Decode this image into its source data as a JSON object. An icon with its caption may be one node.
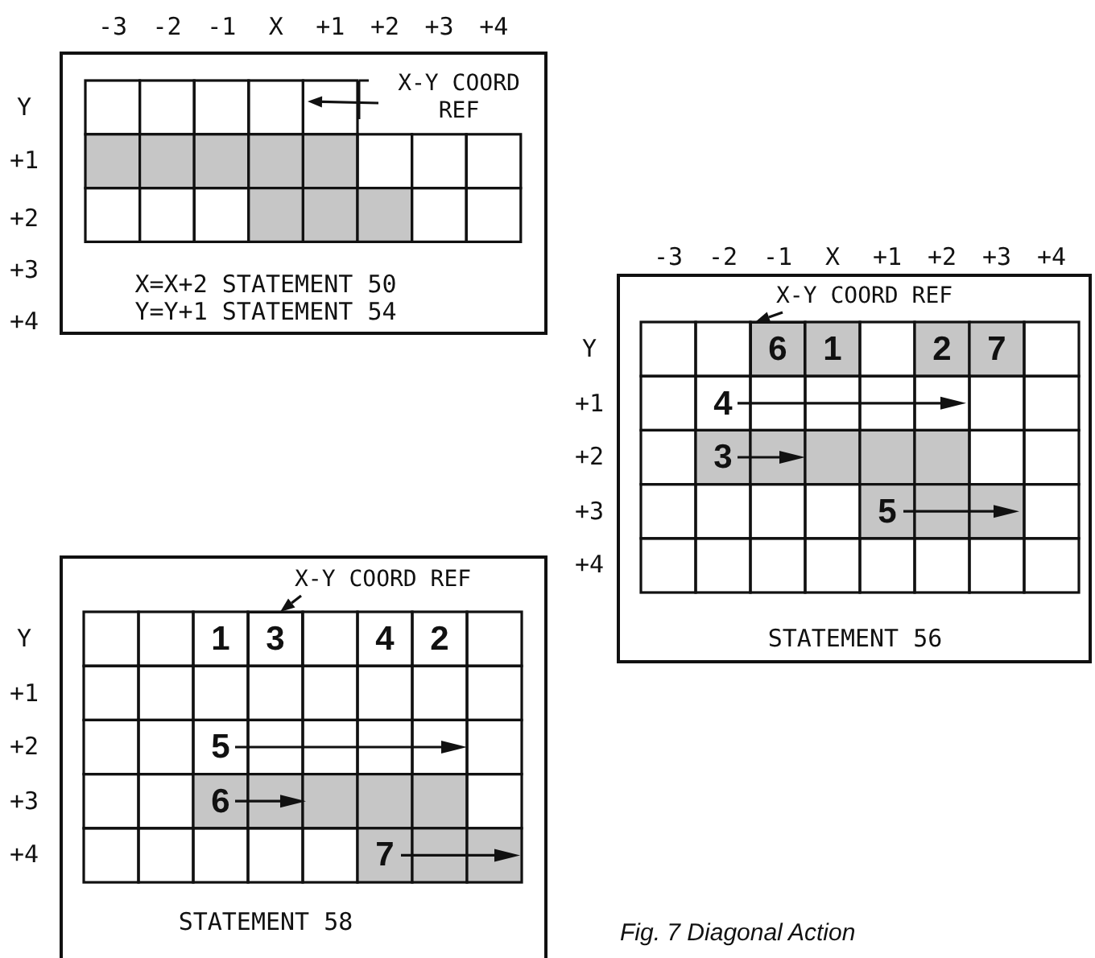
{
  "diagram": {
    "caption": "Fig. 7 Diagonal Action",
    "nodes": [
      {
        "text": [
          "X=X+2 STATEMENT 50",
          "Y=Y+1 STATEMENT 54"
        ]
      },
      {
        "text": [
          "X-Y COORD REF"
        ],
        "in": 0
      },
      {
        "text": [
          "STATEMENT 56"
        ]
      },
      {
        "text": [
          "X-Y COORD REF"
        ],
        "in": 2
      },
      {
        "text": [],
        "shape": "box",
        "in": 2
      },
      {
        "text": [
          "STATEMENT 58"
        ]
      },
      {
        "text": [
          "X-Y COORD REF"
        ],
        "in": 5
      },
      {
        "text": [],
        "shape": "box",
        "in": 5
      }
    ],
    "edges": [
      {
        "from": 1,
        "to": null,
        "arrow": "to"
      },
      {
        "from": 3,
        "to": 4,
        "arrow": "to"
      },
      {
        "from": 6,
        "to": 7,
        "arrow": "to"
      }
    ],
    "labels": [
      "-3",
      "-2",
      "-1",
      "X",
      "+1",
      "+2",
      "+3",
      "+4",
      "Y",
      "+1",
      "+2",
      "+3",
      "+4",
      "-3",
      "-2",
      "-1",
      "X",
      "+1",
      "+2",
      "+3",
      "+4",
      "Y",
      "+1",
      "+2",
      "+3",
      "+4",
      "6",
      "1",
      "2",
      "7",
      "4",
      "3",
      "5",
      "Y",
      "+1",
      "+2",
      "+3",
      "+4",
      "1",
      "3",
      "4",
      "2",
      "5",
      "6",
      "7"
    ]
  }
}
